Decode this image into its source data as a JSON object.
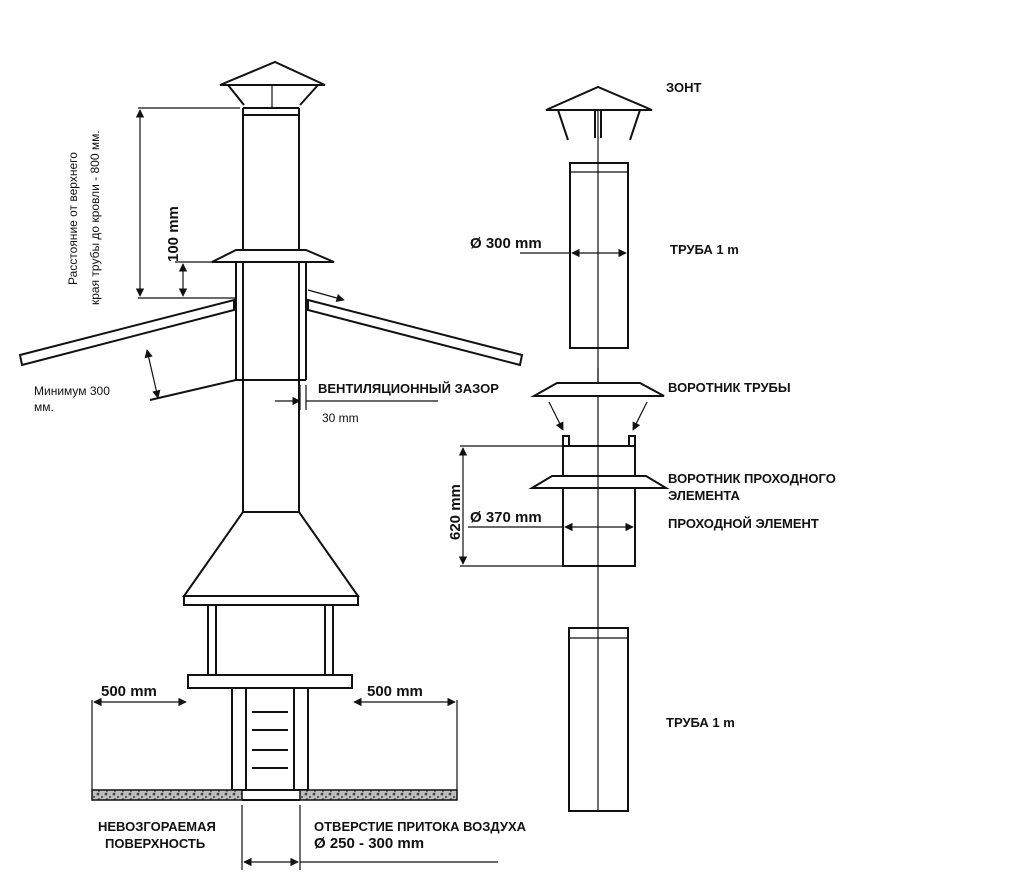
{
  "left_diagram": {
    "roof_distance_note_line1": "Расстояние от верхнего",
    "roof_distance_note_line2": "края трубы до кровли - 800 мм.",
    "height_100": "100 mm",
    "min_300_line1": "Минимум 300",
    "min_300_line2": "мм.",
    "vent_gap": "ВЕНТИЛЯЦИОННЫЙ ЗАЗОР",
    "gap_30": "30 mm",
    "clearance_left": "500 mm",
    "clearance_right": "500 mm",
    "nonflammable_line1": "НЕВОЗГОРАЕМАЯ",
    "nonflammable_line2": "ПОВЕРХНОСТЬ",
    "air_inlet_line1": "ОТВЕРСТИЕ ПРИТОКА ВОЗДУХА",
    "air_inlet_line2": "Ø 250 - 300 mm"
  },
  "right_diagram": {
    "cap": "ЗОНТ",
    "pipe_diameter": "Ø 300 mm",
    "pipe_top": "ТРУБА 1 m",
    "pipe_collar": "ВОРОТНИК ТРУБЫ",
    "pass_collar_line1": "ВОРОТНИК ПРОХОДНОГО",
    "pass_collar_line2": "ЭЛЕМЕНТА",
    "pass_height": "620 mm",
    "pass_diameter": "Ø 370 mm",
    "pass_element": "ПРОХОДНОЙ ЭЛЕМЕНТ",
    "pipe_bottom": "ТРУБА 1 m"
  }
}
